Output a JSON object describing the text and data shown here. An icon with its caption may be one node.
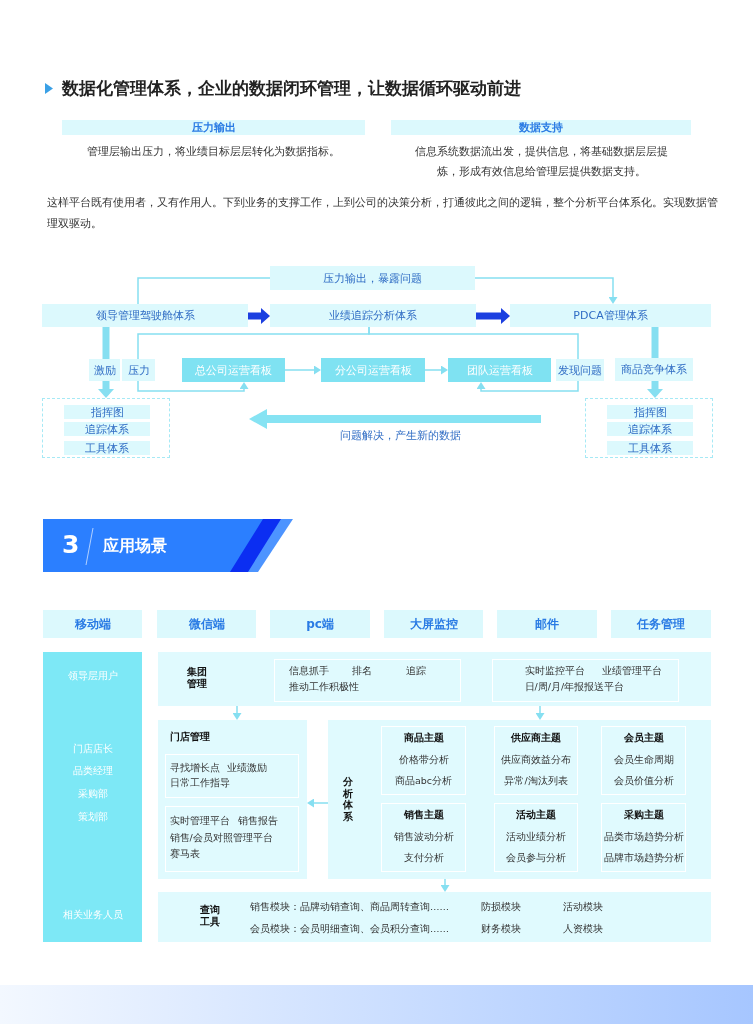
{
  "diagram": {
    "title": "数据化管理体系，企业的数据闭环管理，让数据循环驱动前进",
    "nodes": [
      {
        "text": [
          "压力输出"
        ],
        "beside": [
          "管理层输出压力，将业绩目标层层转化为数据指标。"
        ]
      },
      {
        "text": [
          "数据支持"
        ],
        "beside": [
          "信息系统数据流出发，提供信息，将基础数据层层提炼，形成有效信息给管理层提供数据支持。"
        ]
      },
      {
        "text": [
          "压力输出，暴露问题"
        ]
      },
      {
        "text": [
          "领导管理驾驶舱体系"
        ]
      },
      {
        "text": [
          "业绩追踪分析体系"
        ]
      },
      {
        "text": [
          "PDCA管理体系"
        ]
      },
      {
        "text": [
          "总公司运营看板"
        ]
      },
      {
        "text": [
          "分公司运营看板"
        ]
      },
      {
        "text": [
          "团队运营看板"
        ]
      },
      {
        "text": [],
        "shape": "box"
      },
      {
        "text": [
          "指挥图"
        ],
        "in": 9
      },
      {
        "text": [
          "追踪体系"
        ],
        "in": 9
      },
      {
        "text": [
          "工具体系"
        ],
        "in": 9
      },
      {
        "text": [],
        "shape": "box"
      },
      {
        "text": [
          "指挥图"
        ],
        "in": 13
      },
      {
        "text": [
          "追踪体系"
        ],
        "in": 13
      },
      {
        "text": [
          "工具体系"
        ],
        "in": 13
      },
      {
        "text": [
          "3",
          "应用场景"
        ]
      },
      {
        "text": [
          "移动端"
        ]
      },
      {
        "text": [
          "微信端"
        ]
      },
      {
        "text": [
          "pc端"
        ]
      },
      {
        "text": [
          "大屏监控"
        ]
      },
      {
        "text": [
          "邮件"
        ]
      },
      {
        "text": [
          "任务管理"
        ]
      },
      {
        "text": [
          "领导层用户",
          "门店店长",
          "品类经理",
          "采购部",
          "策划部",
          "相关业务人员"
        ]
      },
      {
        "text": [
          "集团管理"
        ]
      },
      {
        "text": [
          "信息抓手",
          "排名",
          "追踪",
          "推动工作积极性"
        ],
        "in": 25
      },
      {
        "text": [
          "实时监控平台",
          "业绩管理平台",
          "日/周/月/年报报送平台"
        ],
        "in": 25
      },
      {
        "text": [
          "门店管理"
        ]
      },
      {
        "text": [
          "寻找增长点",
          "业绩激励",
          "日常工作指导"
        ],
        "in": 28
      },
      {
        "text": [
          "实时管理平台",
          "销售报告",
          "销售/会员对照管理平台",
          "赛马表"
        ],
        "in": 28
      },
      {
        "text": [
          "分析体系"
        ]
      },
      {
        "text": [
          "商品主题",
          "价格带分析",
          "商品abc分析"
        ],
        "in": 31
      },
      {
        "text": [
          "供应商主题",
          "供应商效益分布",
          "异常/淘汰列表"
        ],
        "in": 31
      },
      {
        "text": [
          "会员主题",
          "会员生命周期",
          "会员价值分析"
        ],
        "in": 31
      },
      {
        "text": [
          "销售主题",
          "销售波动分析",
          "支付分析"
        ],
        "in": 31
      },
      {
        "text": [
          "活动主题",
          "活动业绩分析",
          "会员参与分析"
        ],
        "in": 31
      },
      {
        "text": [
          "采购主题",
          "品类市场趋势分析",
          "品牌市场趋势分析"
        ],
        "in": 31
      },
      {
        "text": [
          "查询工具",
          "销售模块：品牌动销查询、商品周转查询……",
          "防损模块",
          "活动模块",
          "会员模块：会员明细查询、会员积分查询……",
          "财务模块",
          "人资模块"
        ]
      }
    ],
    "edges": [
      {
        "from": 3,
        "to": 2,
        "arrow": "none"
      },
      {
        "from": 2,
        "to": 5,
        "arrow": "to"
      },
      {
        "from": 3,
        "to": 4,
        "arrow": "to",
        "style": "thick",
        "color": "#1d3fe0"
      },
      {
        "from": 4,
        "to": 5,
        "arrow": "to",
        "style": "thick",
        "color": "#1d3fe0"
      },
      {
        "from": 4,
        "to": 6,
        "arrow": "to",
        "label": "压力"
      },
      {
        "from": 4,
        "to": 8,
        "arrow": "to",
        "label": "发现问题"
      },
      {
        "from": 3,
        "to": 9,
        "arrow": "to",
        "label": "激励",
        "style": "thick"
      },
      {
        "from": 5,
        "to": 13,
        "arrow": "to",
        "label": "商品竞争体系",
        "style": "thick"
      },
      {
        "from": 6,
        "to": 7,
        "arrow": "to"
      },
      {
        "from": 7,
        "to": 8,
        "arrow": "to"
      },
      {
        "from": 25,
        "to": 28,
        "arrow": "to"
      },
      {
        "from": 25,
        "to": 31,
        "arrow": "to"
      },
      {
        "from": 31,
        "to": 28,
        "arrow": "to"
      },
      {
        "from": 31,
        "to": 38,
        "arrow": "to"
      }
    ],
    "labels": [
      "这样平台既有使用者，又有作用人。下到业务的支撑工作，上到公司的决策分析，打通彼此之间的逻辑，整个分析平台体系化。实现数据管理双驱动。",
      "问题解决，产生新的数据"
    ]
  }
}
